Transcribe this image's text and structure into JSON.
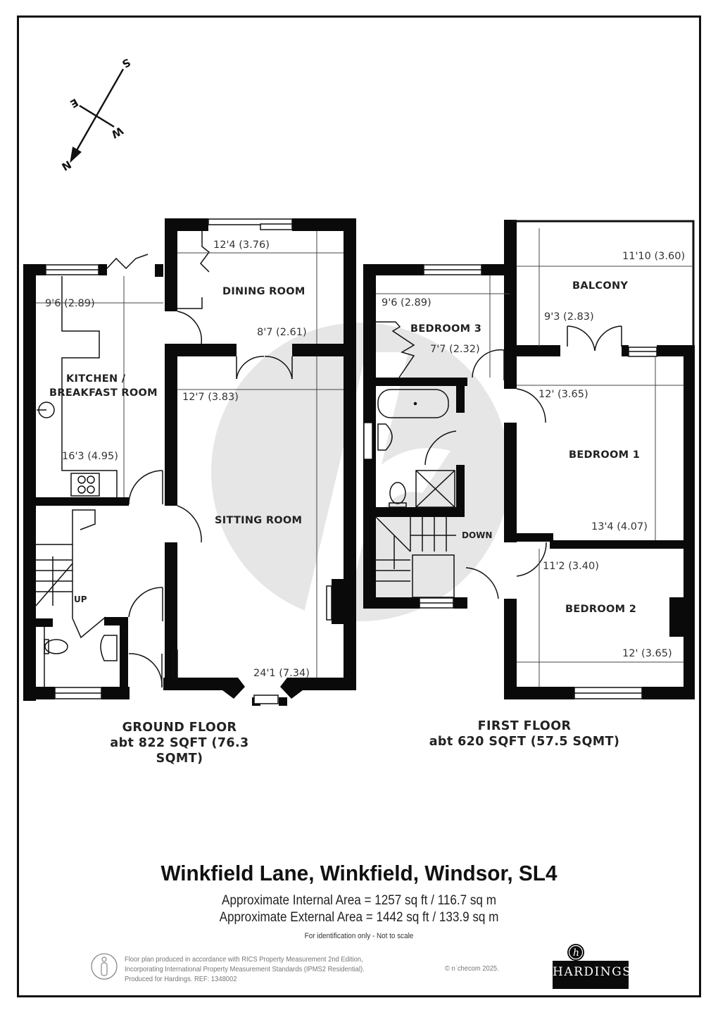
{
  "property": {
    "address": "Winkfield Lane, Winkfield, Windsor, SL4",
    "internal_area": "Approximate Internal Area = 1257 sq ft / 116.7 sq m",
    "external_area": "Approximate External Area = 1442 sq ft / 133.9 sq m",
    "disclaimer": "For identification only - Not to scale"
  },
  "compass": {
    "north": "N",
    "south": "S",
    "east": "E",
    "west": "W"
  },
  "ground_floor": {
    "title": "GROUND FLOOR",
    "area": "abt 822 SQFT (76.3 SQMT)",
    "rooms": {
      "kitchen": {
        "label_line1": "KITCHEN /",
        "label_line2": "BREAKFAST ROOM",
        "width": "9'6 (2.89)",
        "length": "16'3 (4.95)"
      },
      "dining": {
        "label": "DINING ROOM",
        "width": "12'4 (3.76)",
        "length": "8'7 (2.61)"
      },
      "sitting": {
        "label": "SITTING ROOM",
        "width": "12'7 (3.83)",
        "length": "24'1 (7.34)"
      }
    },
    "stairs_label": "UP"
  },
  "first_floor": {
    "title": "FIRST FLOOR",
    "area": "abt 620 SQFT (57.5 SQMT)",
    "rooms": {
      "bedroom3": {
        "label": "BEDROOM 3",
        "width": "9'6 (2.89)",
        "length": "7'7 (2.32)"
      },
      "balcony": {
        "label": "BALCONY",
        "width": "11'10 (3.60)",
        "length": "9'3 (2.83)"
      },
      "bedroom1": {
        "label": "BEDROOM 1",
        "width": "12' (3.65)",
        "length": "13'4 (4.07)"
      },
      "bedroom2": {
        "label": "BEDROOM 2",
        "width": "12' (3.65)",
        "length": "11'2 (3.40)"
      }
    },
    "stairs_label": "DOWN"
  },
  "footer": {
    "legal_line1": "Floor plan produced in accordance with RICS Property Measurement 2nd Edition,",
    "legal_line2": "Incorporating International Property Measurement Standards (IPMS2 Residential).",
    "legal_line3": "Produced for Hardings.   REF:  1348002",
    "copyright": "© nˈchecom 2025.",
    "logo_text": "HARDINGS",
    "logo_mark": "h",
    "accessibility_icon": "person-icon"
  },
  "colors": {
    "wall": "#0a0a0a",
    "watermark": "#e6e6e6",
    "text": "#222222",
    "logo_bg": "#0a0a0a"
  }
}
